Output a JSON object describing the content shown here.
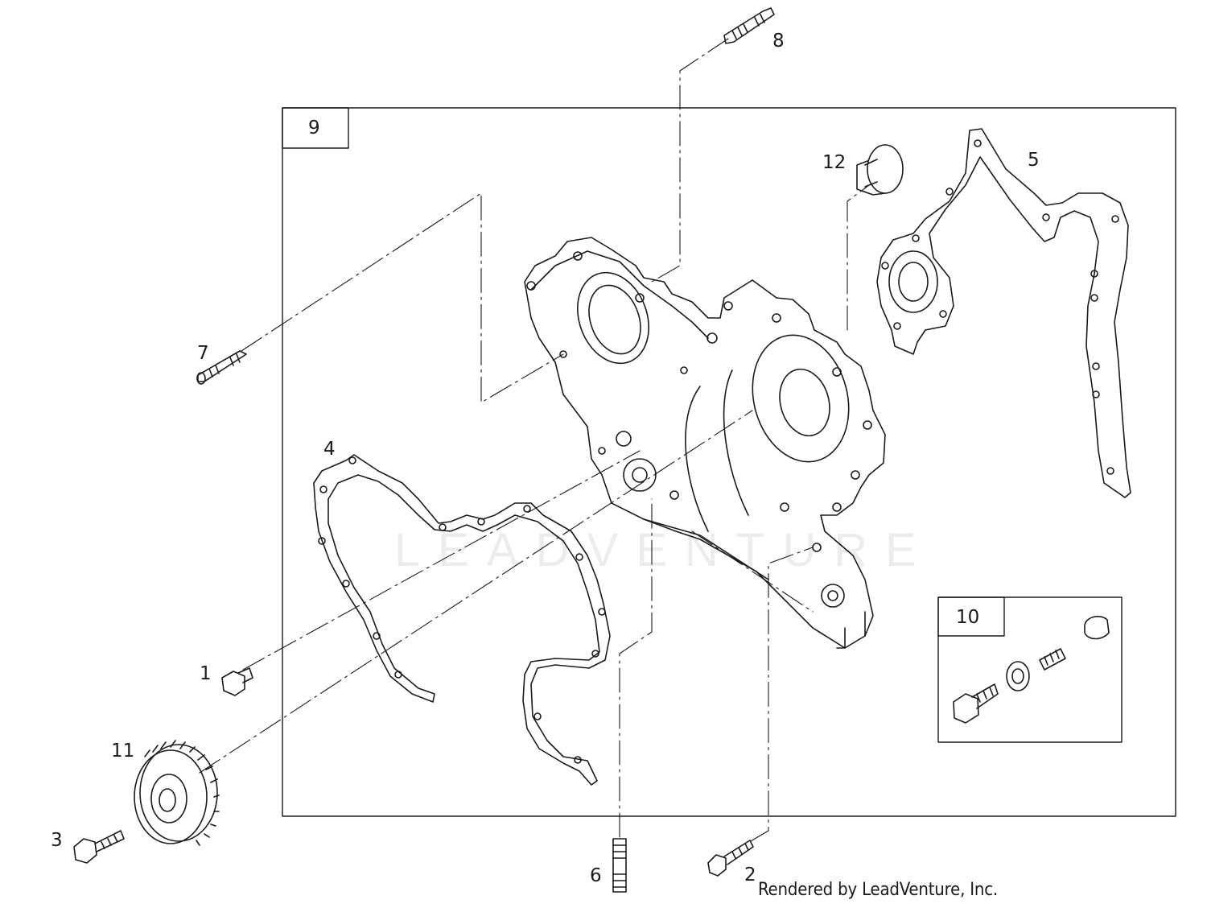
{
  "diagram": {
    "callouts": {
      "c1": "1",
      "c2": "2",
      "c3": "3",
      "c4": "4",
      "c5": "5",
      "c6": "6",
      "c7": "7",
      "c8": "8",
      "c9": "9",
      "c10": "10",
      "c11": "11",
      "c12": "12"
    },
    "watermark": "LEADVENTURE",
    "credit": "Rendered by LeadVenture, Inc.",
    "colors": {
      "ink": "#1a1a1a",
      "background": "#ffffff"
    }
  }
}
